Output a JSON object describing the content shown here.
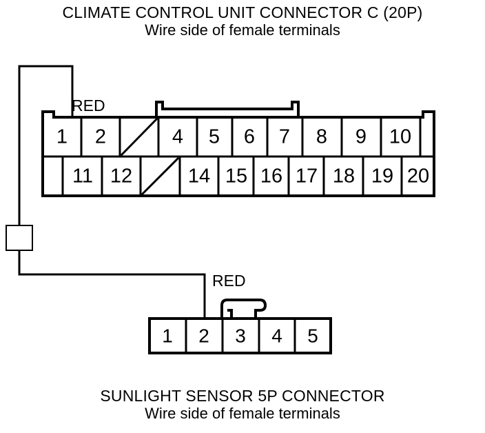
{
  "diagram": {
    "title": {
      "line1": "CLIMATE CONTROL UNIT CONNECTOR C (20P)",
      "line2": "Wire side of female terminals"
    },
    "caption": {
      "line1": "SUNLIGHT SENSOR 5P CONNECTOR",
      "line2": "Wire side of female terminals"
    },
    "wire_labels": {
      "top": "RED",
      "bottom": "RED"
    },
    "connector_20p": {
      "name": "CLIMATE CONTROL UNIT CONNECTOR C (20P)",
      "pin_count": "20P",
      "top_row": [
        {
          "label": "1",
          "blank": false
        },
        {
          "label": "2",
          "blank": false
        },
        {
          "label": "",
          "blank": true
        },
        {
          "label": "4",
          "blank": false
        },
        {
          "label": "5",
          "blank": false
        },
        {
          "label": "6",
          "blank": false
        },
        {
          "label": "7",
          "blank": false
        },
        {
          "label": "8",
          "blank": false
        },
        {
          "label": "9",
          "blank": false
        },
        {
          "label": "10",
          "blank": false
        }
      ],
      "bottom_row": [
        {
          "label": "11",
          "blank": false
        },
        {
          "label": "12",
          "blank": false
        },
        {
          "label": "",
          "blank": true
        },
        {
          "label": "14",
          "blank": false
        },
        {
          "label": "15",
          "blank": false
        },
        {
          "label": "16",
          "blank": false
        },
        {
          "label": "17",
          "blank": false
        },
        {
          "label": "18",
          "blank": false
        },
        {
          "label": "19",
          "blank": false
        },
        {
          "label": "20",
          "blank": false
        }
      ],
      "wired_terminal": "2",
      "wire_color": "RED"
    },
    "connector_5p": {
      "name": "SUNLIGHT SENSOR 5P CONNECTOR",
      "pin_count": "5P",
      "row": [
        {
          "label": "1",
          "blank": false
        },
        {
          "label": "2",
          "blank": false
        },
        {
          "label": "3",
          "blank": false
        },
        {
          "label": "4",
          "blank": false
        },
        {
          "label": "5",
          "blank": false
        }
      ],
      "wired_terminal": "2",
      "wire_color": "RED"
    },
    "splice": {
      "label": ""
    },
    "colors": {
      "line": "#000000",
      "background": "#ffffff"
    }
  }
}
